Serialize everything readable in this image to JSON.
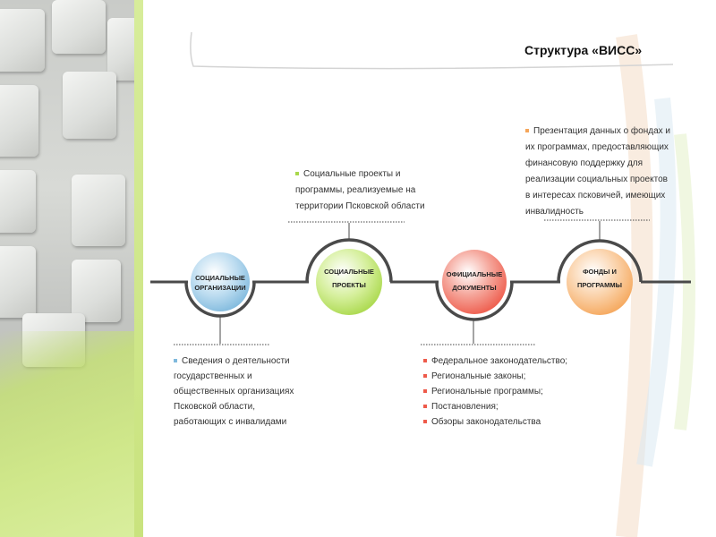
{
  "title": "Структура «ВИСС»",
  "nodes": [
    {
      "label_line1": "СОЦИАЛЬНЫЕ",
      "label_line2": "ОРГАНИЗАЦИИ",
      "color": "#7fb9dd"
    },
    {
      "label_line1": "СОЦИАЛЬНЫЕ",
      "label_line2": "ПРОЕКТЫ",
      "color": "#a9d84b"
    },
    {
      "label_line1": "ОФИЦИАЛЬНЫЕ",
      "label_line2": "ДОКУМЕНТЫ",
      "color": "#ee5a4a"
    },
    {
      "label_line1": "ФОНДЫ И",
      "label_line2": "ПРОГРАММЫ",
      "color": "#f5a65a"
    }
  ],
  "blocks": {
    "projects": {
      "bullet_color": "#a9d84b",
      "lines": [
        "Социальные проекты и",
        "программы, реализуемые на",
        "территории Псковской области"
      ]
    },
    "funds": {
      "bullet_color": "#f5a65a",
      "lines": [
        "Презентация данных о фондах и",
        "их программах,  предоставляющих",
        "финансовую поддержку для",
        "реализации социальных проектов",
        "в интересах псковичей, имеющих",
        "инвалидность"
      ]
    },
    "organizations": {
      "bullet_color": "#7fb9dd",
      "lines": [
        "Сведения о деятельности",
        "государственных и",
        "общественных организациях",
        "Псковской области,",
        "работающих с  инвалидами"
      ]
    },
    "documents": {
      "bullet_color": "#ee5a4a",
      "items": [
        "Федеральное  законодательство;",
        "Региональные законы;",
        "Региональные программы;",
        "Постановления;",
        "Обзоры законодательства"
      ]
    }
  }
}
